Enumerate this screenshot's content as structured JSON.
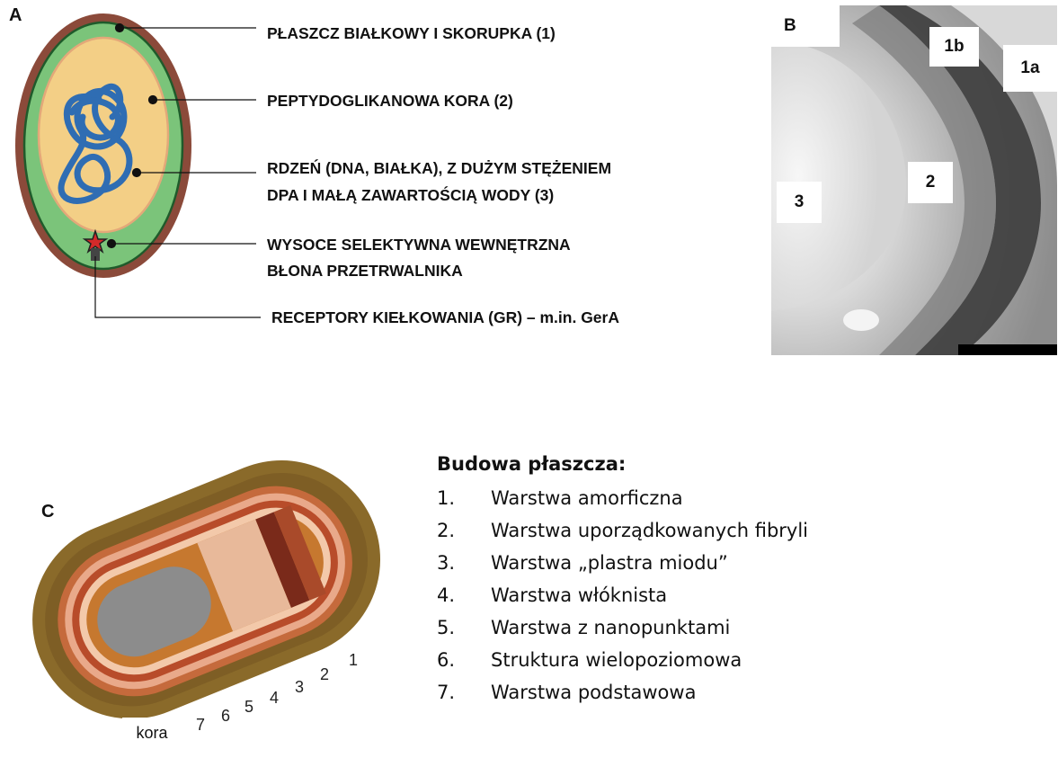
{
  "panel_a": {
    "letter": "A",
    "labels": [
      "PŁASZCZ BIAŁKOWY I SKORUPKA (1)",
      "PEPTYDOGLIKANOWA KORA (2)",
      "RDZEŃ (DNA, BIAŁKA), Z DUŻYM STĘŻENIEM",
      "DPA I MAŁĄ ZAWARTOŚCIĄ WODY (3)",
      "WYSOCE SELEKTYWNA WEWNĘTRZNA",
      "BŁONA PRZETRWALNIKA",
      "RECEPTORY KIEŁKOWANIA (GR) – m.in. GerA"
    ]
  },
  "panel_b": {
    "letter": "B",
    "tags": [
      "1b",
      "1a",
      "2",
      "3"
    ]
  },
  "panel_c": {
    "letter": "C",
    "numbers": [
      "1",
      "2",
      "3",
      "4",
      "5",
      "6",
      "7"
    ],
    "kora_label": "kora"
  },
  "legend": {
    "title": "Budowa płaszcza:",
    "items": [
      {
        "n": "1.",
        "text": "Warstwa amorficzna"
      },
      {
        "n": "2.",
        "text": "Warstwa uporządkowanych fibryli"
      },
      {
        "n": "3.",
        "text": "Warstwa „plastra miodu”"
      },
      {
        "n": "4.",
        "text": "Warstwa włóknista"
      },
      {
        "n": "5.",
        "text": "Warstwa z nanopunktami"
      },
      {
        "n": "6.",
        "text": "Struktura wielopoziomowa"
      },
      {
        "n": "7.",
        "text": "Warstwa podstawowa"
      }
    ]
  },
  "colors": {
    "coat": "#8b4a3a",
    "cortex": "#7bc47a",
    "core": "#f3cf86",
    "dna": "#2f6db3",
    "receptor": "#d42a2a"
  }
}
